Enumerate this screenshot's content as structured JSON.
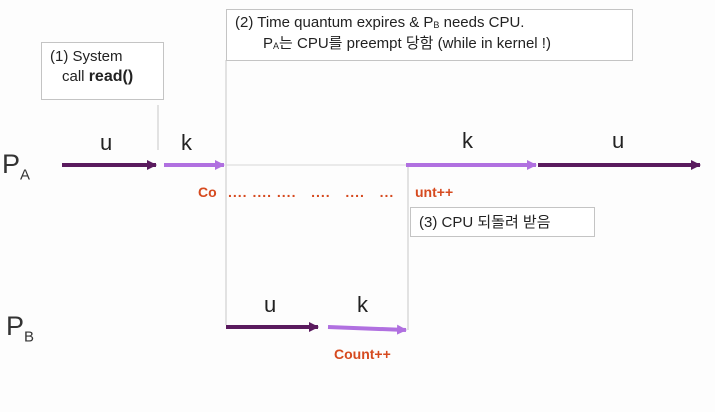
{
  "callout1": {
    "line1": "(1) System",
    "line2_prefix": "call ",
    "line2_fn": "read()"
  },
  "callout2": {
    "line1_a": "(2) Time quantum expires & P",
    "line1_sub": "B",
    "line1_b": " needs CPU.",
    "line2_p": "P",
    "line2_sub": "A",
    "line2_rest": "는 CPU를 preempt 당함 (while in kernel !)"
  },
  "callout3": {
    "text": "(3) CPU 되돌려 받음"
  },
  "process_a": {
    "letter": "P",
    "sub": "A"
  },
  "process_b": {
    "letter": "P",
    "sub": "B"
  },
  "segments": {
    "a_u1": "u",
    "a_k1": "k",
    "a_k2": "k",
    "a_u2": "u",
    "b_u": "u",
    "b_k": "k"
  },
  "labels": {
    "co": "Co",
    "dots": ".... .... ....   ....   ....   ...",
    "unt": "unt++",
    "count": "Count++"
  },
  "colors": {
    "user": "#5a1a5e",
    "kernel": "#b070e0",
    "accent": "#d64a1f"
  }
}
